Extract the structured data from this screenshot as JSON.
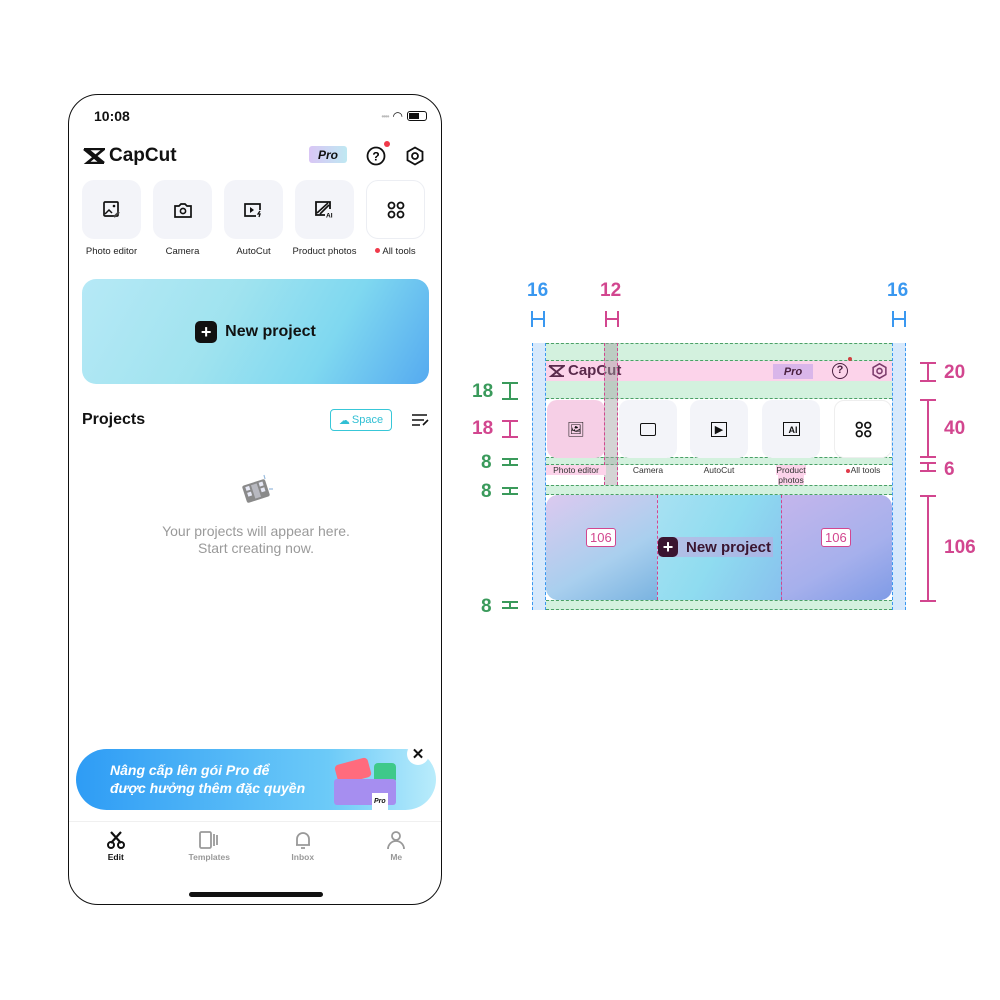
{
  "status_bar": {
    "time": "10:08"
  },
  "header": {
    "app_name": "CapCut",
    "pro_badge": "Pro"
  },
  "tools": [
    {
      "label": "Photo editor",
      "icon": "photo-edit-icon"
    },
    {
      "label": "Camera",
      "icon": "camera-icon"
    },
    {
      "label": "AutoCut",
      "icon": "autocut-icon"
    },
    {
      "label": "Product photos",
      "icon": "ai-image-icon"
    },
    {
      "label": "All tools",
      "icon": "grid-icon"
    }
  ],
  "new_project": {
    "label": "New project"
  },
  "projects": {
    "title": "Projects",
    "space_label": "Space",
    "empty_line1": "Your projects will appear here.",
    "empty_line2": "Start creating now."
  },
  "promo": {
    "line1": "Nâng cấp lên gói Pro để",
    "line2": "được hưởng thêm đặc quyền",
    "badge": "Pro"
  },
  "tabs": [
    {
      "label": "Edit"
    },
    {
      "label": "Templates"
    },
    {
      "label": "Inbox"
    },
    {
      "label": "Me"
    }
  ],
  "spec": {
    "side_margin_left": "16",
    "gap": "12",
    "side_margin_right": "16",
    "top_gap": "18",
    "icon_gap": "18",
    "label_gap": "8",
    "banner_gap": "8",
    "bottom_gap": "8",
    "header_height": "20",
    "tile_height": "40",
    "label_spacing": "6",
    "banner_height": "106",
    "banner_corner_left": "106",
    "banner_corner_right": "106"
  },
  "colors": {
    "accent_blue": "#3a98f0",
    "accent_pink": "#d2468f",
    "accent_green": "#3a9a5b",
    "space_cyan": "#30bfd4"
  }
}
